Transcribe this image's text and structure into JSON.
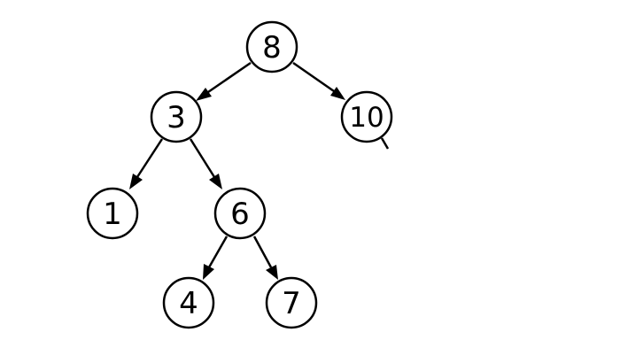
{
  "tree": {
    "nodes": [
      {
        "id": "n8",
        "label": "8"
      },
      {
        "id": "n3",
        "label": "3"
      },
      {
        "id": "n10",
        "label": "10"
      },
      {
        "id": "n1",
        "label": "1"
      },
      {
        "id": "n6",
        "label": "6"
      },
      {
        "id": "n4",
        "label": "4"
      },
      {
        "id": "n7",
        "label": "7"
      }
    ],
    "edges": [
      {
        "from": "n8",
        "to": "n3"
      },
      {
        "from": "n8",
        "to": "n10"
      },
      {
        "from": "n3",
        "to": "n1"
      },
      {
        "from": "n3",
        "to": "n6"
      },
      {
        "from": "n6",
        "to": "n4"
      },
      {
        "from": "n6",
        "to": "n7"
      }
    ]
  }
}
